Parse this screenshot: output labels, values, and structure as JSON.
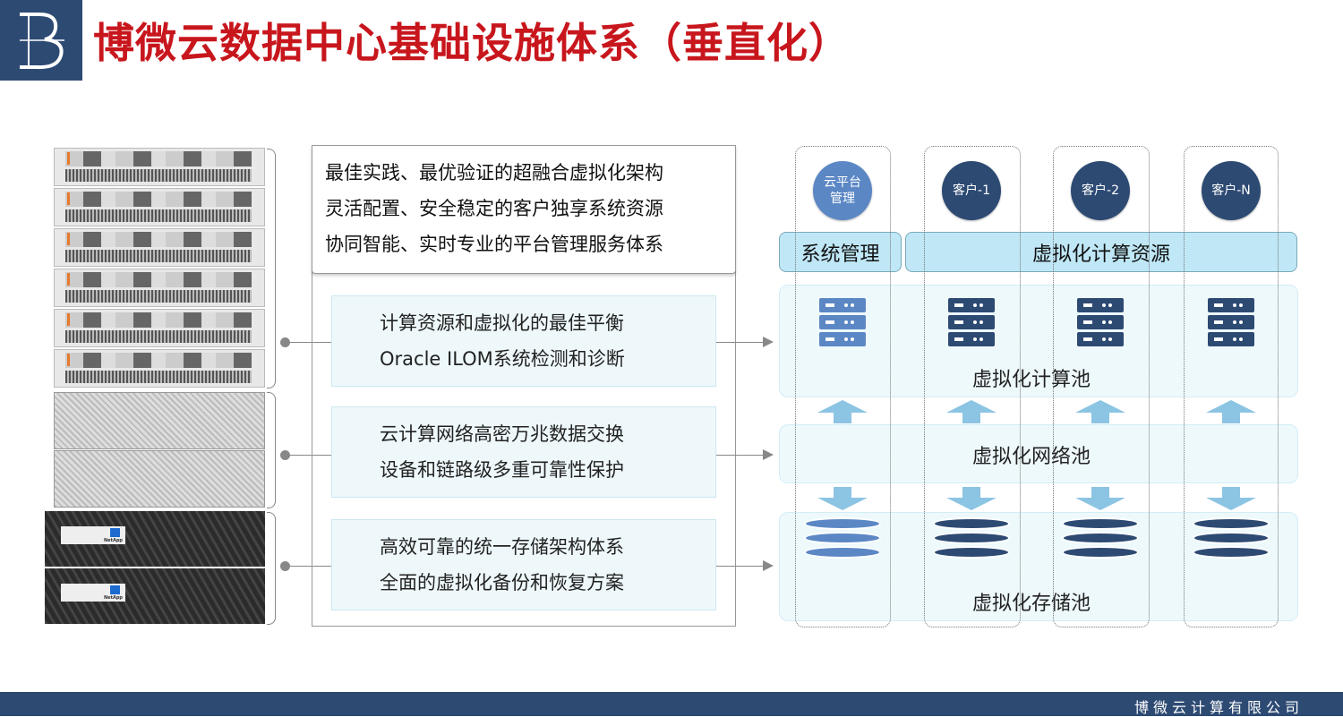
{
  "header": {
    "logo_letter": "B",
    "title": "博微云数据中心基础设施体系（垂直化）"
  },
  "summary_lines": [
    "最佳实践、最优验证的超融合虚拟化架构",
    "灵活配置、安全稳定的客户独享系统资源",
    "协同智能、实时专业的平台管理服务体系"
  ],
  "features": [
    {
      "lines": [
        "计算资源和虚拟化的最佳平衡",
        "Oracle ILOM系统检测和诊断"
      ]
    },
    {
      "lines": [
        "云计算网络高密万兆数据交换",
        "设备和链路级多重可靠性保护"
      ]
    },
    {
      "lines": [
        "高效可靠的统一存储架构体系",
        "全面的虚拟化备份和恢复方案"
      ]
    }
  ],
  "rack": {
    "storage_brand": "NetApp"
  },
  "diagram": {
    "columns": [
      {
        "label": "云平台管理",
        "color": "#5b87c5"
      },
      {
        "label": "客户-1",
        "color": "#2d4a73"
      },
      {
        "label": "客户-2",
        "color": "#2d4a73"
      },
      {
        "label": "客户-N",
        "color": "#2d4a73"
      }
    ],
    "band_left": "系统管理",
    "band_right": "虚拟化计算资源",
    "pools": [
      "虚拟化计算池",
      "虚拟化网络池",
      "虚拟化存储池"
    ]
  },
  "footer": {
    "company": "博微云计算有限公司"
  },
  "colors": {
    "brand_navy": "#2d4a73",
    "title_red": "#c8161d",
    "light_blue": "#bfe7f6"
  }
}
